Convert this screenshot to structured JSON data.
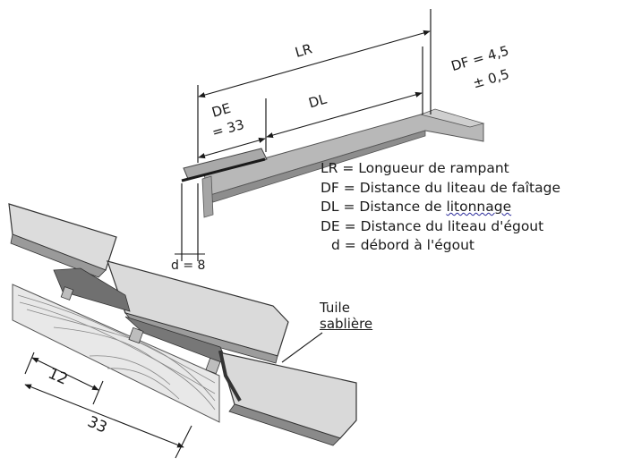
{
  "dimensions": {
    "lr": "LR",
    "dl": "DL",
    "de_line1": "DE",
    "de_line2": "= 33",
    "df_line1": "DF = 4,5",
    "df_line2": "± 0,5",
    "d": "d = 8",
    "twelve": "12",
    "thirtythree": "33"
  },
  "legend": [
    {
      "abbr": "LR",
      "eq": " = ",
      "text": "Longueur  de rampant"
    },
    {
      "abbr": "DF",
      "eq": " = ",
      "text": "Distance  du liteau de faîtage"
    },
    {
      "abbr": "DL",
      "eq": " = ",
      "text": "Distance  de ",
      "wavy": "litonnage"
    },
    {
      "abbr": "DE",
      "eq": " = ",
      "text": "Distance  du liteau d'égout"
    },
    {
      "abbr": "d",
      "eq": " = ",
      "text": "débord à l'égout"
    }
  ],
  "tuile": {
    "line1": "Tuile",
    "line2": "sablière"
  },
  "colors": {
    "ink": "#1a1a1a",
    "tile": "#d4d4d4",
    "tile_dark": "#8a8a8a",
    "rafter": "#b3b3b3",
    "batten": "#9a9a9a"
  }
}
